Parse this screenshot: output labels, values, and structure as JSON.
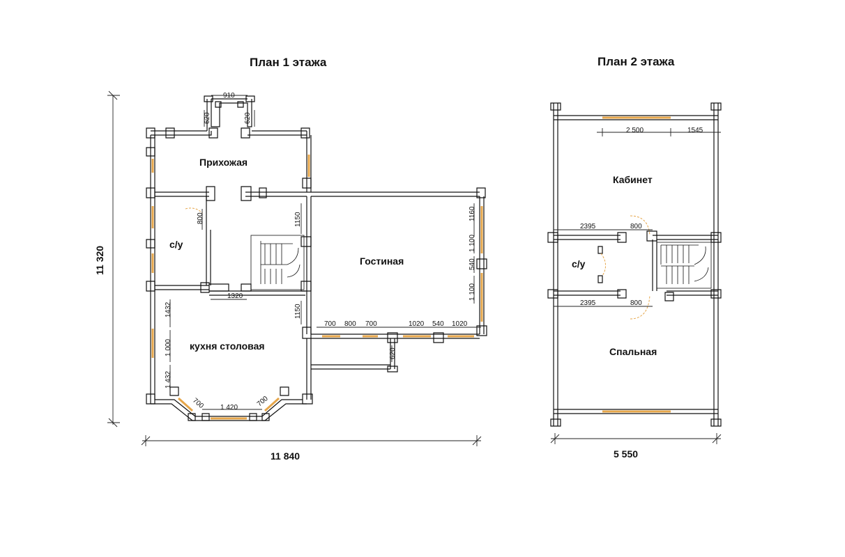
{
  "titles": {
    "floor1": "План 1 этажа",
    "floor2": "План 2 этажа"
  },
  "floor1": {
    "rooms": {
      "hall": "Прихожая",
      "wc": "с/у",
      "living": "Гостиная",
      "kitchen": "кухня столовая"
    },
    "overall": {
      "width": "11 840",
      "height": "11 320"
    },
    "dims": {
      "top_bay": "910",
      "bay_left": "620",
      "bay_right": "620",
      "wc_door": "800",
      "hall_drop": "1150",
      "corr": "1320",
      "kitchen_1": "1432",
      "kitchen_2": "1 000",
      "kitchen_3": "1 432",
      "living_r1": "1160",
      "living_r2": "1 100",
      "living_r3": "540",
      "living_r4": "1 100",
      "living_left": "1150",
      "b1": "700",
      "b2": "800",
      "b3": "700",
      "b4": "1020",
      "b5": "540",
      "b6": "1020",
      "bottom_stub": "620",
      "bay_a": "700",
      "bay_b": "1 420",
      "bay_c": "700"
    },
    "window_color": "#e6a64a"
  },
  "floor2": {
    "rooms": {
      "study": "Кабинет",
      "wc": "с/у",
      "bedroom": "Спальная"
    },
    "overall": {
      "width": "5 550"
    },
    "dims": {
      "top_window": "2 500",
      "top_right": "1545",
      "mid_left": "2395",
      "mid_door": "800",
      "low_left": "2395",
      "low_door": "800"
    }
  }
}
